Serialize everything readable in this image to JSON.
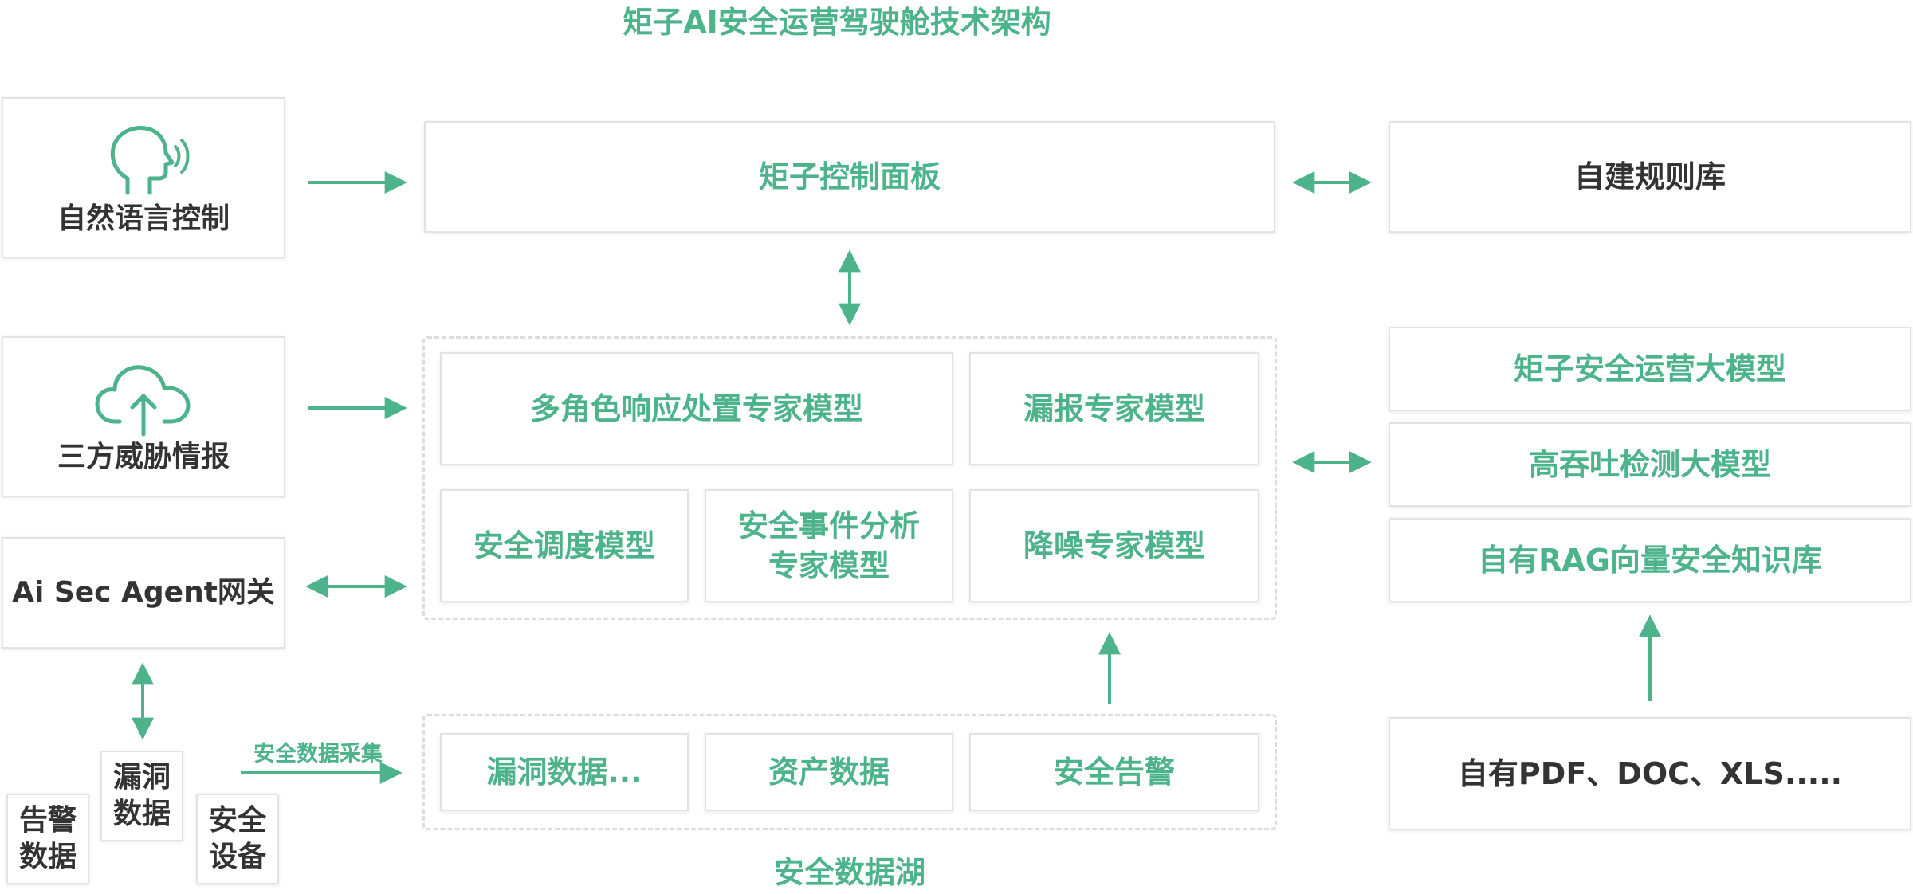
{
  "title": "矩子AI安全运营驾驶舱技术架构",
  "left": {
    "nl_control": "自然语言控制",
    "threat_intel": "三方威胁情报",
    "gateway": "Ai Sec Agent网关",
    "alert_data": [
      "告警",
      "数据"
    ],
    "vuln_data": [
      "漏洞",
      "数据"
    ],
    "security_devices": [
      "安全",
      "设备"
    ],
    "collect_label": "安全数据采集"
  },
  "center": {
    "control_panel": "矩子控制面板",
    "models": {
      "multi_role": "多角色响应处置专家模型",
      "leak_report": "漏报专家模型",
      "scheduling": "安全调度模型",
      "event_analysis": [
        "安全事件分析",
        "专家模型"
      ],
      "denoise": "降噪专家模型"
    },
    "data_lake": {
      "vuln": "漏洞数据...",
      "asset": "资产数据",
      "alert": "安全告警",
      "label": "安全数据湖"
    }
  },
  "right": {
    "rule_lib": "自建规则库",
    "ops_model": "矩子安全运营大模型",
    "throughput_model": "高吞吐检测大模型",
    "rag_lib": "自有RAG向量安全知识库",
    "docs": "自有PDF、DOC、XLS....."
  },
  "colors": {
    "accent": "#4db38b",
    "text": "#333333",
    "border": "#e3e3e3"
  },
  "icons": [
    "speaking-head-icon",
    "cloud-upload-icon"
  ]
}
